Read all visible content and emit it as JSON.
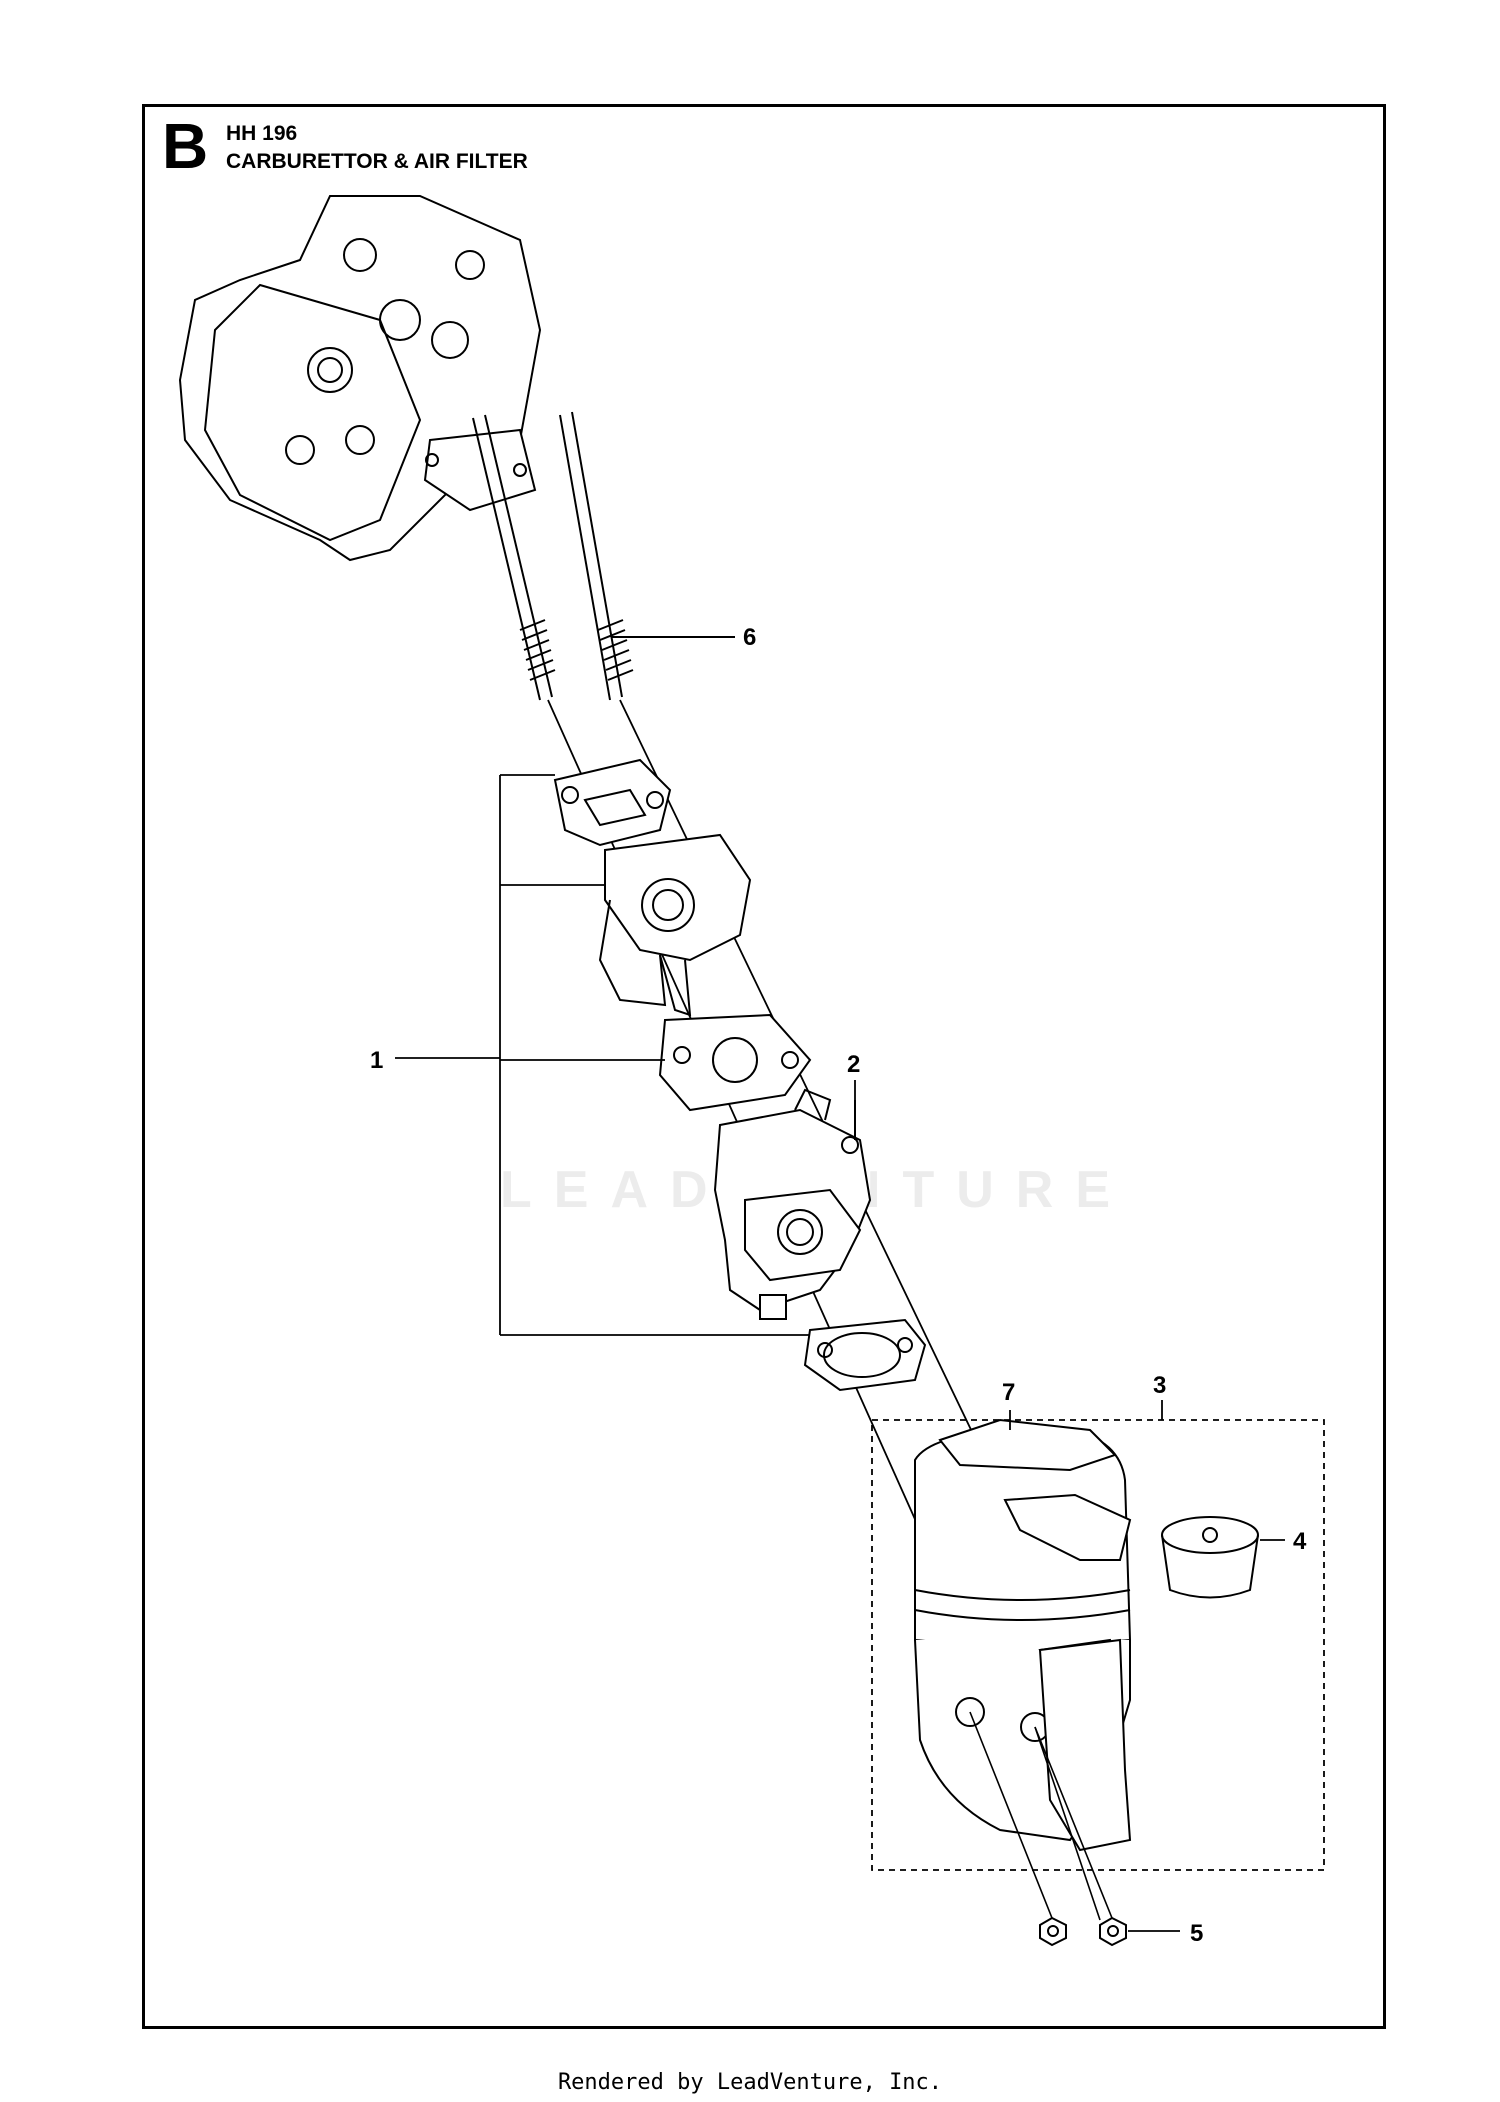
{
  "header": {
    "section_letter": "B",
    "model": "HH 196",
    "title": "CARBURETTOR & AIR FILTER"
  },
  "callouts": [
    "1",
    "2",
    "3",
    "4",
    "5",
    "6",
    "7"
  ],
  "watermark": "LEADVENTURE",
  "footer": "Rendered by LeadVenture, Inc."
}
